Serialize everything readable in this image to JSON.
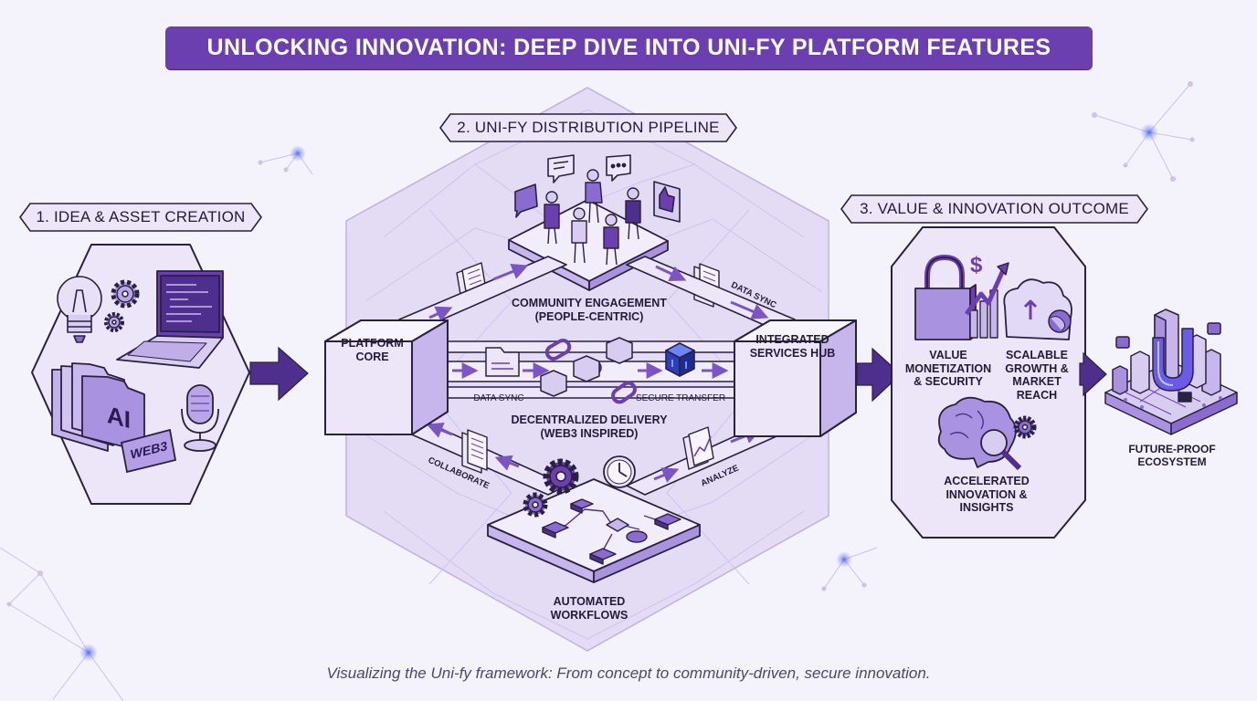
{
  "title": "UNLOCKING INNOVATION: DEEP DIVE INTO UNI-FY PLATFORM FEATURES",
  "sections": {
    "s1": "1. IDEA & ASSET CREATION",
    "s2": "2. UNI-FY DISTRIBUTION PIPELINE",
    "s3": "3. VALUE & INNOVATION OUTCOME"
  },
  "creation": {
    "ai": "AI",
    "web3": "WEB3"
  },
  "pipeline": {
    "core": "PLATFORM\nCORE",
    "hub": "INTEGRATED\nSERVICES HUB",
    "community": "COMMUNITY ENGAGEMENT\n(PEOPLE-CENTRIC)",
    "decentral": "DECENTRALIZED DELIVERY\n(WEB3 INSPIRED)",
    "workflows": "AUTOMATED\nWORKFLOWS",
    "data_sync_top": "DATA SYNC",
    "data_sync_mid": "DATA SYNC",
    "secure_transfer": "SECURE TRANSFER",
    "collaborate": "COLLABORATE",
    "analyze": "ANALYZE"
  },
  "outcome": {
    "value": "VALUE\nMONETIZATION\n& SECURITY",
    "growth": "SCALABLE\nGROWTH &\nMARKET\nREACH",
    "innovation": "ACCELERATED\nINNOVATION &\nINSIGHTS",
    "future": "FUTURE-PROOF\nECOSYSTEM"
  },
  "caption": "Visualizing the Uni-fy framework: From concept to community-driven, secure innovation.",
  "colors": {
    "accent": "#6b3fb0",
    "accent_dark": "#4a2a82",
    "panel": "#ece6f8",
    "stroke": "#2a2040"
  },
  "icons": [
    "lightbulb-icon",
    "gear-icon",
    "laptop-icon",
    "folder-icon",
    "microphone-icon",
    "chat-bubble-icon",
    "thumbs-up-icon",
    "document-icon",
    "folder-icon",
    "chain-link-icon",
    "blockchain-cube-icon",
    "clock-icon",
    "flowchart-icon",
    "padlock-icon",
    "dollar-icon",
    "growth-chart-icon",
    "cloud-upload-icon",
    "globe-icon",
    "brain-icon",
    "magnifier-icon",
    "city-ecosystem-icon"
  ]
}
